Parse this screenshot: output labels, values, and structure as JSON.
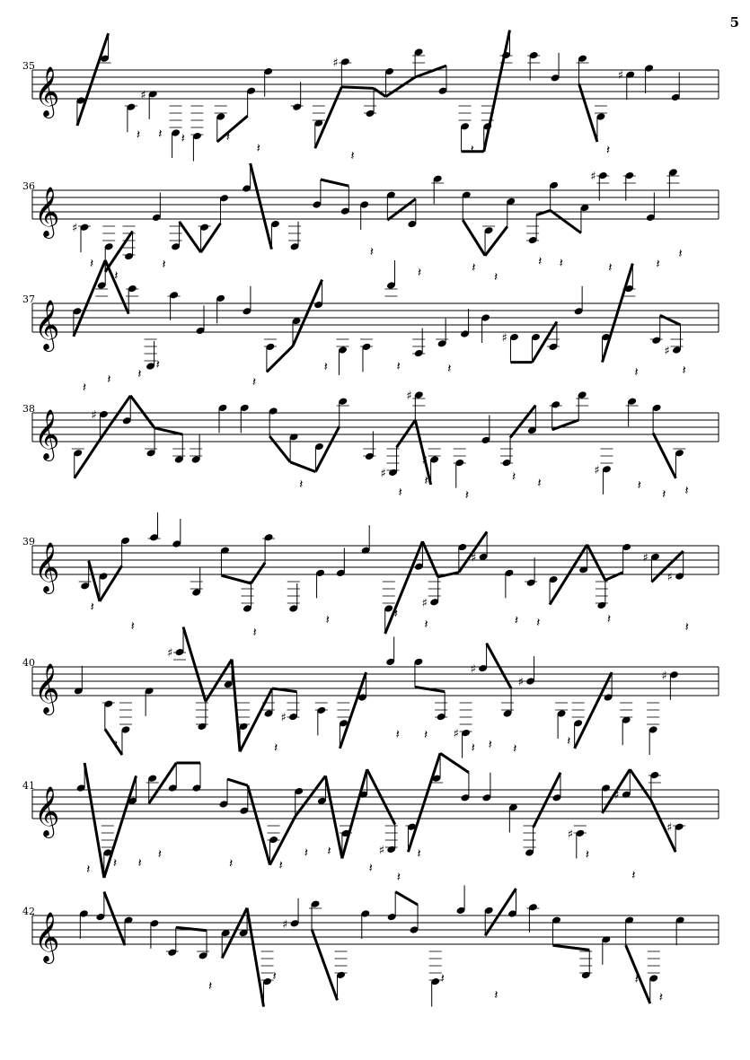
{
  "page": {
    "number": "5"
  },
  "systems": [
    {
      "measure": "35"
    },
    {
      "measure": "36"
    },
    {
      "measure": "37"
    },
    {
      "measure": "38"
    },
    {
      "measure": "39"
    },
    {
      "measure": "40"
    },
    {
      "measure": "41"
    },
    {
      "measure": "42"
    }
  ],
  "symbols": {
    "treble_clef": "𝄞",
    "quarter_rest": "𝄽",
    "sharp": "♯"
  }
}
